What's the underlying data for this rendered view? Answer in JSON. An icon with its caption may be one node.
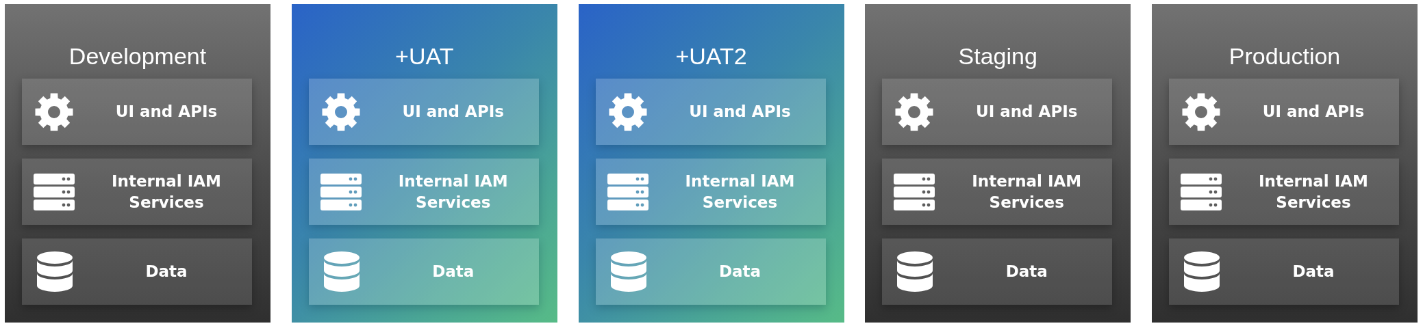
{
  "diagram": {
    "nodes": [
      {
        "text": [
          "Development"
        ]
      },
      {
        "text": [
          "UI and APIs"
        ],
        "in": 0
      },
      {
        "text": [
          "Internal IAM Services"
        ],
        "in": 0
      },
      {
        "text": [
          "Data"
        ],
        "in": 0
      },
      {
        "text": [
          "+UAT"
        ]
      },
      {
        "text": [
          "UI and APIs"
        ],
        "in": 4
      },
      {
        "text": [
          "Internal IAM Services"
        ],
        "in": 4
      },
      {
        "text": [
          "Data"
        ],
        "in": 4
      },
      {
        "text": [
          "+UAT2"
        ]
      },
      {
        "text": [
          "UI and APIs"
        ],
        "in": 8
      },
      {
        "text": [
          "Internal IAM Services"
        ],
        "in": 8
      },
      {
        "text": [
          "Data"
        ],
        "in": 8
      },
      {
        "text": [
          "Staging"
        ]
      },
      {
        "text": [
          "UI and APIs"
        ],
        "in": 12
      },
      {
        "text": [
          "Internal IAM Services"
        ],
        "in": 12
      },
      {
        "text": [
          "Data"
        ],
        "in": 12
      },
      {
        "text": [
          "Production"
        ]
      },
      {
        "text": [
          "UI and APIs"
        ],
        "in": 16
      },
      {
        "text": [
          "Internal IAM Services"
        ],
        "in": 16
      },
      {
        "text": [
          "Data"
        ],
        "in": 16
      }
    ]
  }
}
